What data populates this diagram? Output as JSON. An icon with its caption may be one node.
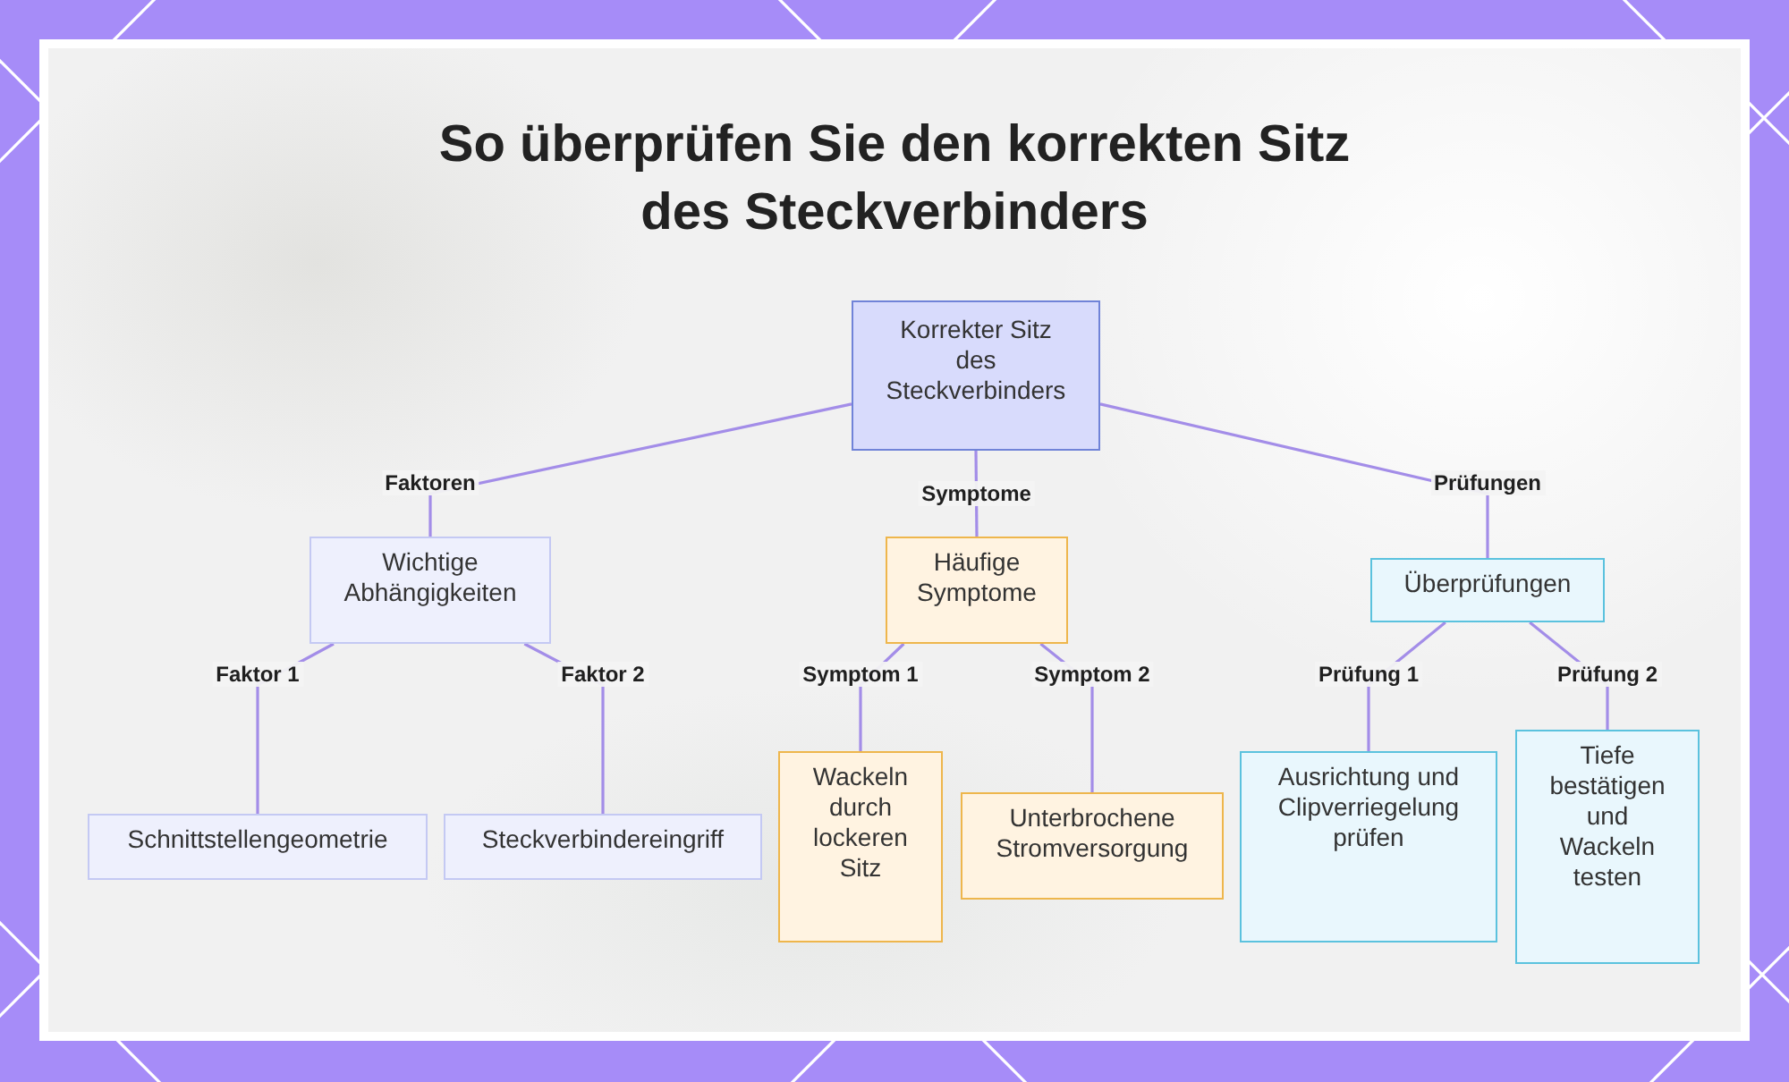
{
  "diagram": {
    "title": "So überprüfen Sie den korrekten Sitz des Steckverbinders",
    "nodes": [
      {
        "text": [
          "Korrekter Sitz des Steckverbinders"
        ]
      },
      {
        "text": [
          "Wichtige Abhängigkeiten"
        ]
      },
      {
        "text": [
          "Häufige Symptome"
        ]
      },
      {
        "text": [
          "Überprüfungen"
        ]
      },
      {
        "text": [
          "Schnittstellengeometrie"
        ]
      },
      {
        "text": [
          "Steckverbindereingriff"
        ]
      },
      {
        "text": [
          "Wackeln durch lockeren Sitz"
        ]
      },
      {
        "text": [
          "Unterbrochene Stromversorgung"
        ]
      },
      {
        "text": [
          "Ausrichtung und Clipverriegelung prüfen"
        ]
      },
      {
        "text": [
          "Tiefe bestätigen und Wackeln testen"
        ]
      }
    ],
    "edges": [
      {
        "from": 0,
        "to": 1,
        "arrow": "none",
        "label": "Faktoren"
      },
      {
        "from": 0,
        "to": 2,
        "arrow": "none",
        "label": "Symptome"
      },
      {
        "from": 0,
        "to": 3,
        "arrow": "none",
        "label": "Prüfungen"
      },
      {
        "from": 1,
        "to": 4,
        "arrow": "none",
        "label": "Faktor 1"
      },
      {
        "from": 1,
        "to": 5,
        "arrow": "none",
        "label": "Faktor 2"
      },
      {
        "from": 2,
        "to": 6,
        "arrow": "none",
        "label": "Symptom 1"
      },
      {
        "from": 2,
        "to": 7,
        "arrow": "none",
        "label": "Symptom 2"
      },
      {
        "from": 3,
        "to": 8,
        "arrow": "none",
        "label": "Prüfung 1"
      },
      {
        "from": 3,
        "to": 9,
        "arrow": "none",
        "label": "Prüfung 2"
      }
    ]
  }
}
